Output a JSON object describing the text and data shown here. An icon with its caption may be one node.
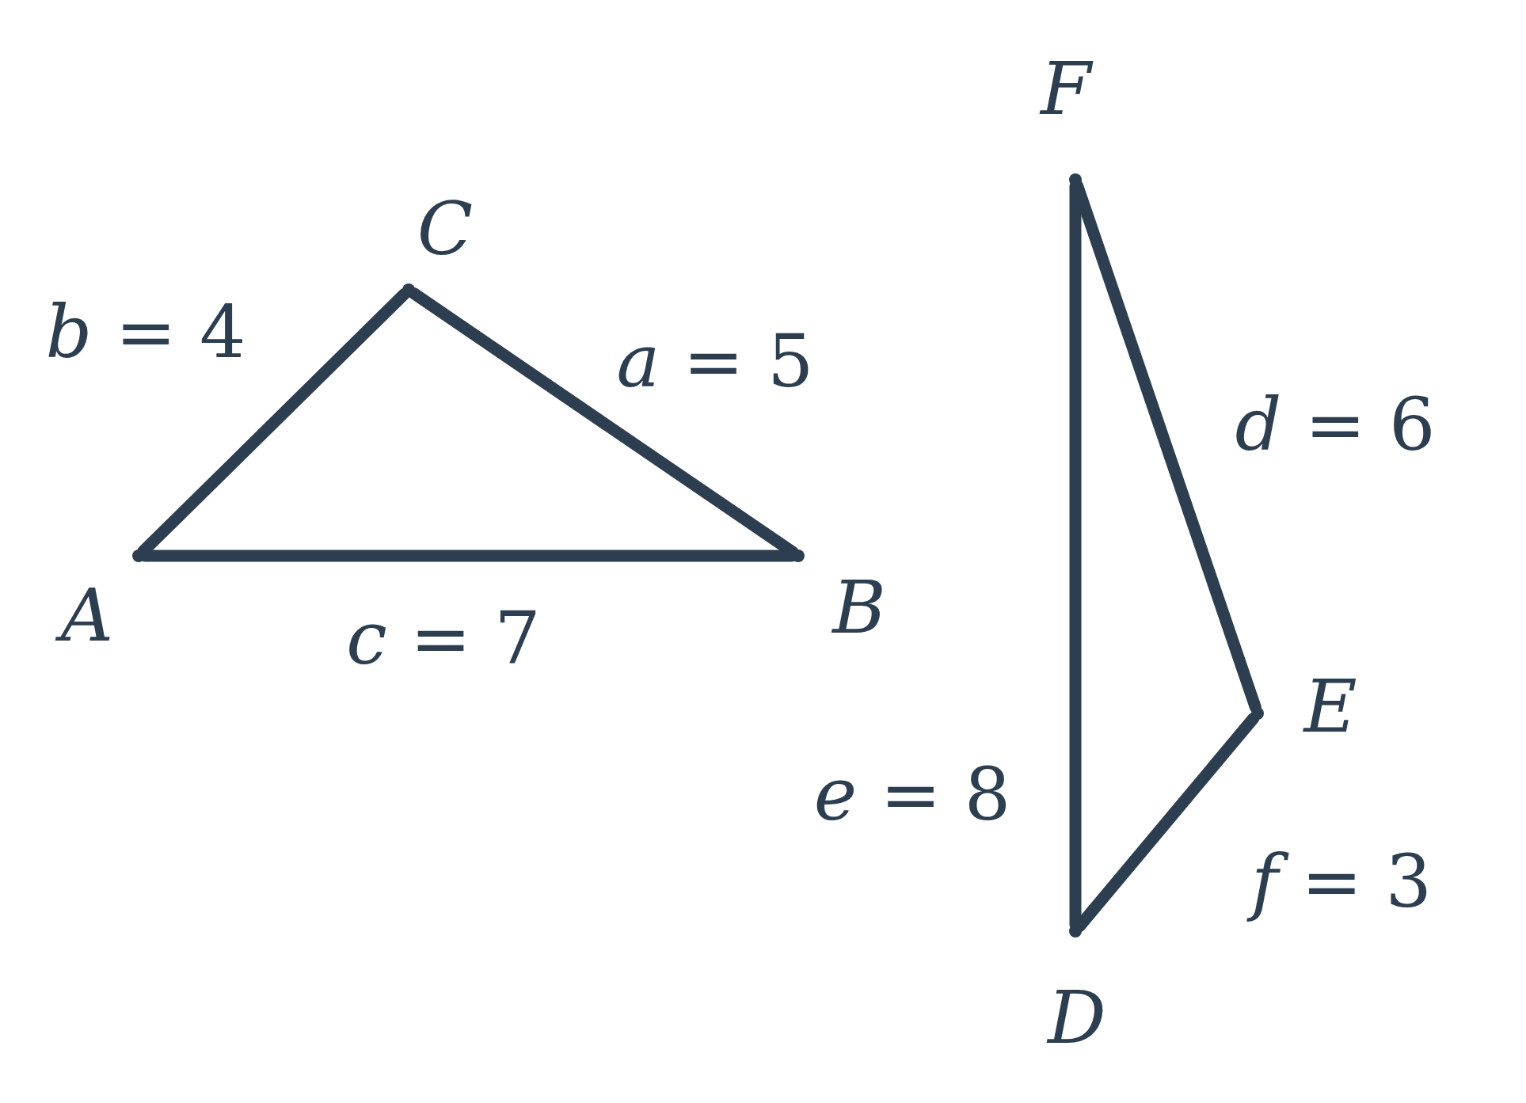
{
  "diagram": {
    "nodes": [
      {
        "text": [],
        "shape": "point",
        "beside": [
          "*A*"
        ]
      },
      {
        "text": [],
        "shape": "point",
        "beside": [
          "*B*"
        ]
      },
      {
        "text": [],
        "shape": "point",
        "beside": [
          "*C*"
        ]
      },
      {
        "text": [],
        "shape": "point",
        "beside": [
          "*F*"
        ]
      },
      {
        "text": [],
        "shape": "point",
        "beside": [
          "*E*"
        ]
      },
      {
        "text": [],
        "shape": "point",
        "beside": [
          "*D*"
        ]
      }
    ],
    "edges": [
      {
        "from": 0,
        "to": 1,
        "arrow": "none",
        "label": "*c* = 7"
      },
      {
        "from": 1,
        "to": 2,
        "arrow": "none",
        "label": "*a* = 5"
      },
      {
        "from": 2,
        "to": 0,
        "arrow": "none",
        "label": "*b* = 4"
      },
      {
        "from": 3,
        "to": 4,
        "arrow": "none",
        "label": "*d* = 6"
      },
      {
        "from": 4,
        "to": 5,
        "arrow": "none",
        "label": "*f* = 3"
      },
      {
        "from": 5,
        "to": 3,
        "arrow": "none",
        "label": "*e* = 8"
      }
    ]
  }
}
